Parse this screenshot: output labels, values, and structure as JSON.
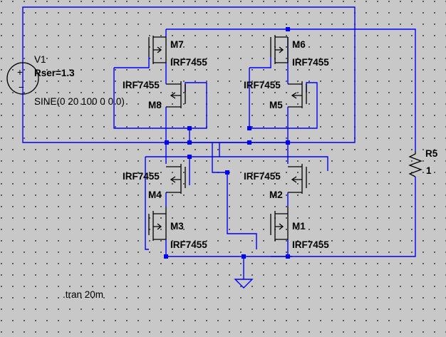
{
  "source": {
    "ref": "V1",
    "rser": "Rser=1.3",
    "waveform": "SINE(0 20 100 0 0 0)"
  },
  "resistor": {
    "ref": "R5",
    "value": "1"
  },
  "mosfets": [
    {
      "ref": "M7",
      "model": "IRF7455"
    },
    {
      "ref": "M6",
      "model": "IRF7455"
    },
    {
      "ref": "M8",
      "model": "IRF7455"
    },
    {
      "ref": "M5",
      "model": "IRF7455"
    },
    {
      "ref": "M4",
      "model": "IRF7455"
    },
    {
      "ref": "M2",
      "model": "IRF7455"
    },
    {
      "ref": "M3",
      "model": "IRF7455"
    },
    {
      "ref": "M1",
      "model": "IRF7455"
    }
  ],
  "directive": ".tran 20m",
  "colors": {
    "wire": "#0000ff",
    "junction": "#0000ff",
    "component": "#000000",
    "background": "#c8c8c8"
  }
}
